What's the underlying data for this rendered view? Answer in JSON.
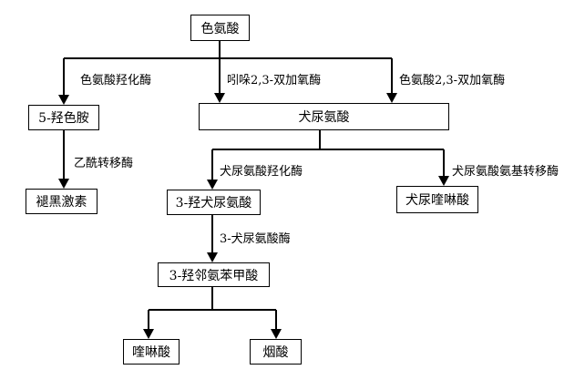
{
  "nodes": {
    "tryptophan": "色氨酸",
    "hydroxytryptamine": "5-羟色胺",
    "melatonin": "褪黑激素",
    "kynurenine": "犬尿氨酸",
    "hydroxykynurenine": "3-羟犬尿氨酸",
    "kynurenic_acid": "犬尿喹啉酸",
    "hydroxyanthranilic": "3-羟邻氨苯甲酸",
    "quinolinic_acid": "喹啉酸",
    "nicotinic_acid": "烟酸"
  },
  "enzymes": {
    "tph": "色氨酸羟化酶",
    "ido": "吲哚2,3-双加氧酶",
    "tdo": "色氨酸2,3-双加氧酶",
    "aanat": "乙酰转移酶",
    "kmo": "犬尿氨酸羟化酶",
    "kat": "犬尿氨酸氨基转移酶",
    "kynu": "3-犬尿氨酸酶"
  }
}
